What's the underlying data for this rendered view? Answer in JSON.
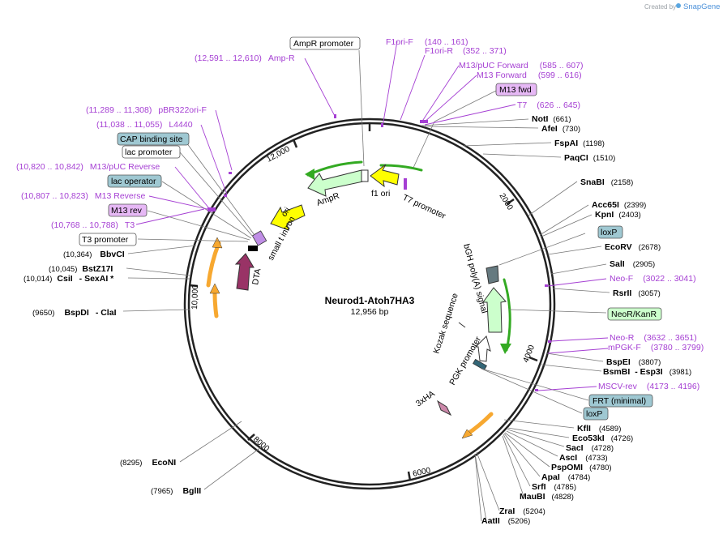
{
  "header": {
    "credit": "Created by",
    "brand": "SnapGene"
  },
  "plasmid": {
    "name": "Neurod1-Atoh7HA3",
    "length": "12,956 bp"
  },
  "ticks": [
    "2000",
    "4000",
    "6000",
    "8000",
    "10,000",
    "12,000"
  ],
  "features": {
    "f1_ori": "f1 ori",
    "t7_promoter": "T7 promoter",
    "ampr": "AmpR",
    "ori": "ori",
    "small_t_intron": "small t intron",
    "dta": "DTA",
    "bgh": "bGH poly(A) signal",
    "kozak": "Kozak sequence",
    "pgk": "PGK promoter",
    "ha": "3xHA"
  },
  "enzymes": [
    {
      "name": "NotI",
      "pos": "(661)"
    },
    {
      "name": "AfeI",
      "pos": "(730)"
    },
    {
      "name": "FspAI",
      "pos": "(1198)"
    },
    {
      "name": "PaqCI",
      "pos": "(1510)"
    },
    {
      "name": "SnaBI",
      "pos": "(2158)"
    },
    {
      "name": "Acc65I",
      "pos": "(2399)"
    },
    {
      "name": "KpnI",
      "pos": "(2403)"
    },
    {
      "name": "EcoRV",
      "pos": "(2678)"
    },
    {
      "name": "SalI",
      "pos": "(2905)"
    },
    {
      "name": "RsrII",
      "pos": "(3057)"
    },
    {
      "name": "BspEI",
      "pos": "(3807)"
    },
    {
      "name": "BsmBI",
      "extra": "- Esp3I",
      "pos": "(3981)"
    },
    {
      "name": "KflI",
      "pos": "(4589)"
    },
    {
      "name": "Eco53kI",
      "pos": "(4726)"
    },
    {
      "name": "SacI",
      "pos": "(4728)"
    },
    {
      "name": "AscI",
      "pos": "(4733)"
    },
    {
      "name": "PspOMI",
      "pos": "(4780)"
    },
    {
      "name": "ApaI",
      "pos": "(4784)"
    },
    {
      "name": "SrfI",
      "pos": "(4785)"
    },
    {
      "name": "MauBI",
      "pos": "(4828)"
    },
    {
      "name": "ZraI",
      "pos": "(5204)"
    },
    {
      "name": "AatII",
      "pos": "(5206)"
    },
    {
      "name": "BglII",
      "pos": "(7965)"
    },
    {
      "name": "EcoNI",
      "pos": "(8295)"
    },
    {
      "name": "BspDI",
      "extra": "- ClaI",
      "pos": "(9650)"
    },
    {
      "name": "CsiI",
      "extra": "- SexAI *",
      "pos": "(10,014)"
    },
    {
      "name": "BstZ17I",
      "pos": "(10,045)"
    },
    {
      "name": "BbvCI",
      "pos": "(10,364)"
    }
  ],
  "primers": [
    {
      "name": "F1ori-F",
      "pos": "(140 .. 161)"
    },
    {
      "name": "F1ori-R",
      "pos": "(352 .. 371)"
    },
    {
      "name": "M13/pUC Forward",
      "pos": "(585 .. 607)"
    },
    {
      "name": "M13 Forward",
      "pos": "(599 .. 616)"
    },
    {
      "name": "T7",
      "pos": "(626 .. 645)"
    },
    {
      "name": "Neo-F",
      "pos": "(3022 .. 3041)"
    },
    {
      "name": "Neo-R",
      "pos": "(3632 .. 3651)"
    },
    {
      "name": "mPGK-F",
      "pos": "(3780 .. 3799)"
    },
    {
      "name": "MSCV-rev",
      "pos": "(4173 .. 4196)"
    },
    {
      "name": "Amp-R",
      "pos": "(12,591 .. 12,610)"
    },
    {
      "name": "pBR322ori-F",
      "pos": "(11,289 .. 11,308)"
    },
    {
      "name": "L4440",
      "pos": "(11,038 .. 11,055)"
    },
    {
      "name": "M13/pUC Reverse",
      "pos": "(10,820 .. 10,842)"
    },
    {
      "name": "M13 Reverse",
      "pos": "(10,807 .. 10,823)"
    },
    {
      "name": "T3",
      "pos": "(10,768 .. 10,788)"
    }
  ],
  "boxes": {
    "ampr_promoter": "AmpR promoter",
    "m13_fwd": "M13 fwd",
    "loxp": "loxP",
    "neor": "NeoR/KanR",
    "frt": "FRT (minimal)",
    "cap": "CAP binding site",
    "lac_promoter": "lac promoter",
    "lac_operator": "lac operator",
    "m13_rev": "M13 rev",
    "t3_promoter": "T3 promoter"
  },
  "colors": {
    "primer": "#a53fd3",
    "yellow": "#ffff00",
    "green_light": "#ccffcc",
    "green_edge": "#33aa22",
    "orange": "#f7a830",
    "magenta": "#993366",
    "teal_box": "#9fc8d2",
    "lilac_box": "#e6b8f5",
    "green_box": "#ccffcc"
  }
}
